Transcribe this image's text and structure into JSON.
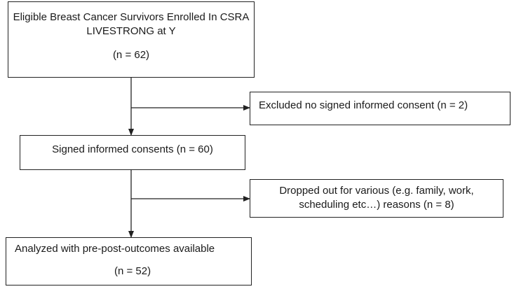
{
  "flowchart": {
    "enrolled": {
      "line1": "Eligible Breast Cancer Survivors Enrolled In CSRA",
      "line2": "LIVESTRONG at Y",
      "count": "(n = 62)"
    },
    "excluded": {
      "text": "Excluded no signed informed consent (n = 2)"
    },
    "signed": {
      "text": "Signed informed consents (n = 60)"
    },
    "dropped": {
      "line1": "Dropped out for various (e.g. family, work,",
      "line2": "scheduling etc…) reasons (n = 8)"
    },
    "analyzed": {
      "line1": "Analyzed with pre-post-outcomes available",
      "count": "(n = 52)"
    },
    "colors": {
      "line": "#222222",
      "text": "#1a1a1a",
      "background": "#ffffff"
    }
  }
}
